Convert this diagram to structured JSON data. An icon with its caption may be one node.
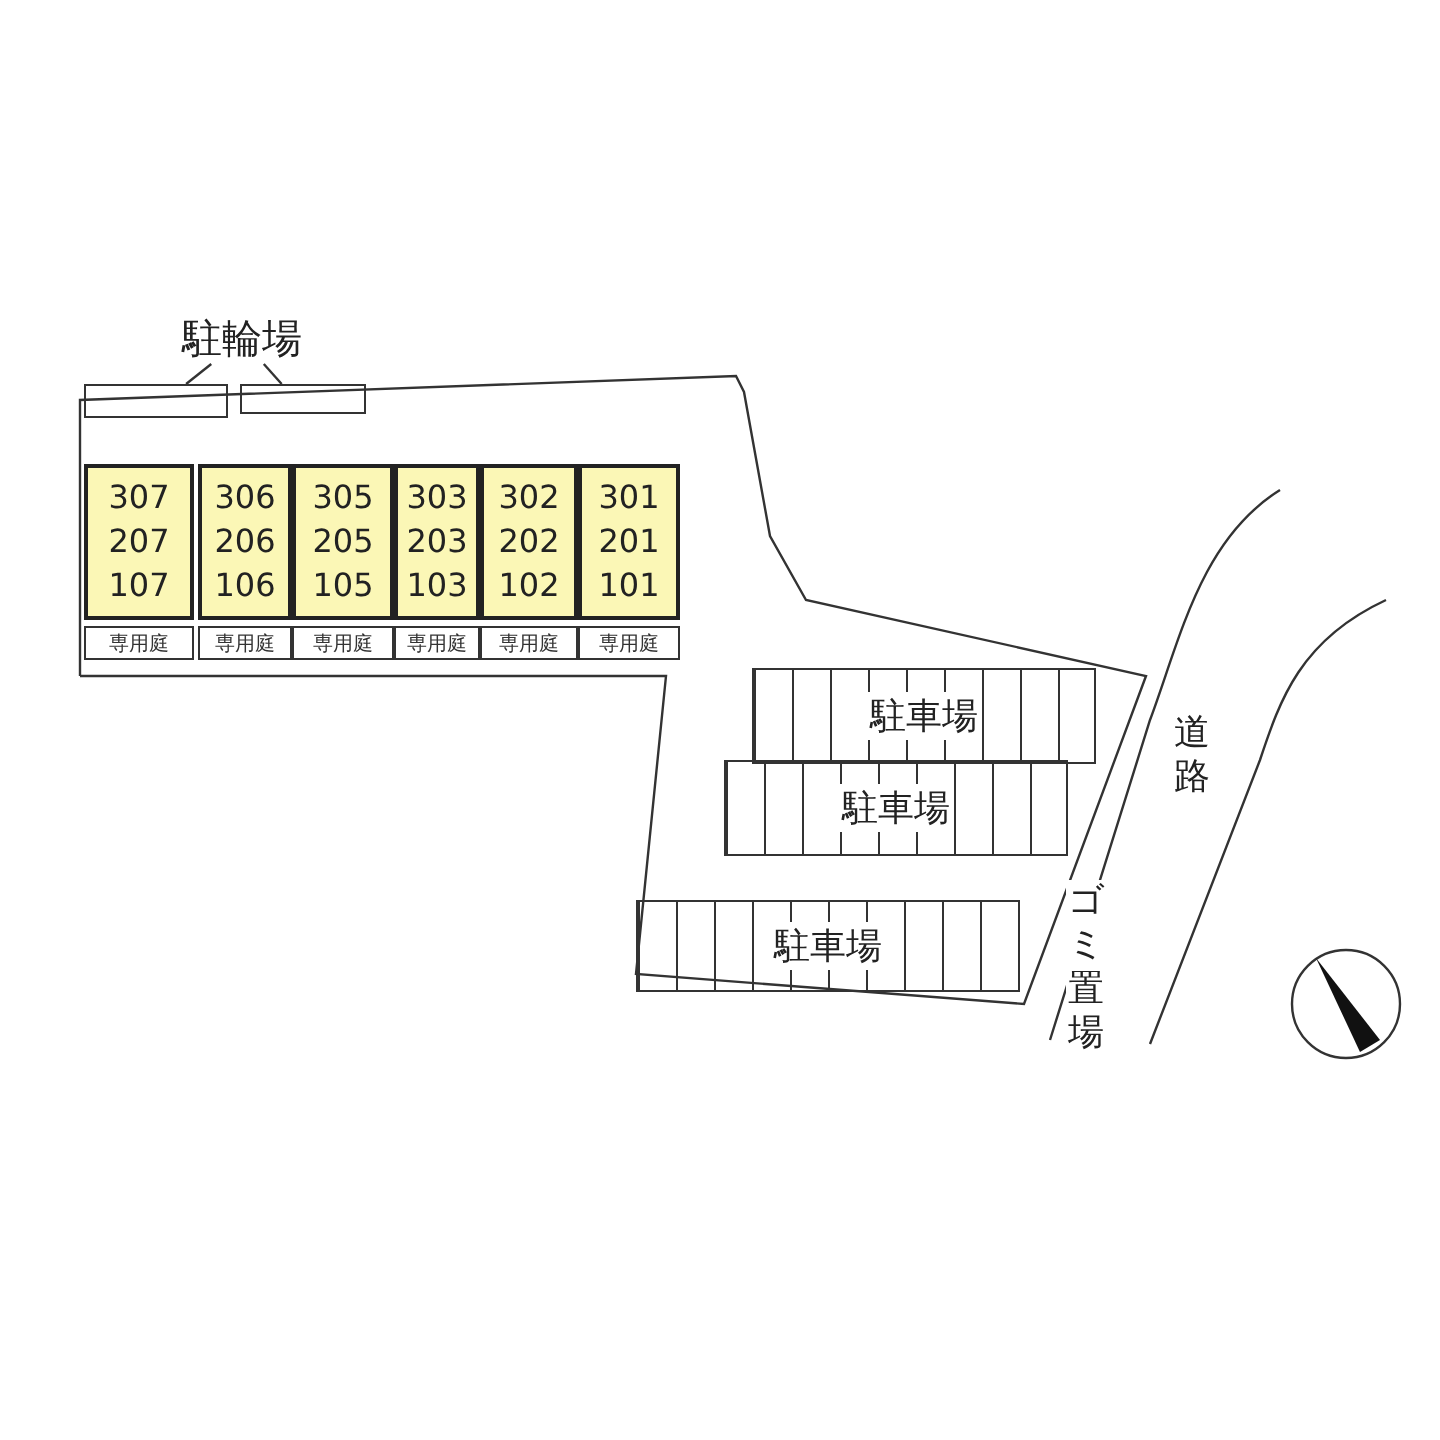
{
  "diagram": {
    "nodes": [
      {
        "text": [
          "駐輪場"
        ]
      },
      {
        "text": [],
        "shape": "box"
      },
      {
        "text": [],
        "shape": "box"
      },
      {
        "text": [
          "307",
          "207",
          "107"
        ]
      },
      {
        "text": [
          "306",
          "206",
          "106"
        ]
      },
      {
        "text": [
          "305",
          "205",
          "105"
        ]
      },
      {
        "text": [
          "303",
          "203",
          "103"
        ]
      },
      {
        "text": [
          "302",
          "202",
          "102"
        ]
      },
      {
        "text": [
          "301",
          "201",
          "101"
        ]
      },
      {
        "text": [
          "専用庭"
        ]
      },
      {
        "text": [
          "専用庭"
        ]
      },
      {
        "text": [
          "専用庭"
        ]
      },
      {
        "text": [
          "専用庭"
        ]
      },
      {
        "text": [
          "専用庭"
        ]
      },
      {
        "text": [
          "専用庭"
        ]
      },
      {
        "text": [
          "駐車場"
        ]
      },
      {
        "text": [
          "駐車場"
        ]
      },
      {
        "text": [
          "駐車場"
        ]
      }
    ],
    "edges": [
      {
        "from": 0,
        "to": 1,
        "arrow": "none"
      },
      {
        "from": 0,
        "to": 2,
        "arrow": "none"
      }
    ],
    "labels": [
      "道路",
      "ゴミ置場"
    ]
  }
}
